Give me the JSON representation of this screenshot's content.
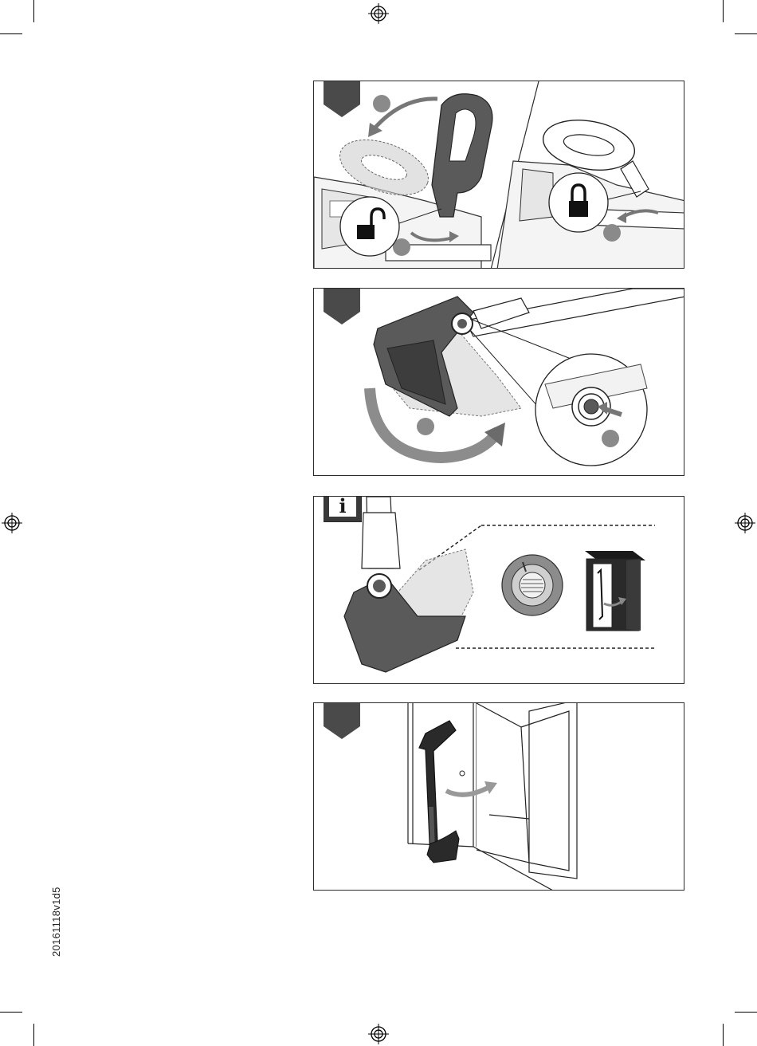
{
  "document": {
    "version_code": "20161118v1d5"
  },
  "panels": [
    {
      "id": "step-1",
      "marker": "tab",
      "icons": [
        "unlock-icon",
        "lock-icon"
      ],
      "callouts": 3
    },
    {
      "id": "step-2",
      "marker": "tab",
      "callouts": 2
    },
    {
      "id": "info",
      "marker": "info",
      "info_glyph": "i"
    },
    {
      "id": "step-4",
      "marker": "tab"
    }
  ],
  "colors": {
    "tab": "#4a4a4a",
    "callout": "#8a8a8a",
    "dark_part": "#5a5a5a",
    "light_part": "#d0d0d0",
    "line": "#2b2b2b"
  }
}
